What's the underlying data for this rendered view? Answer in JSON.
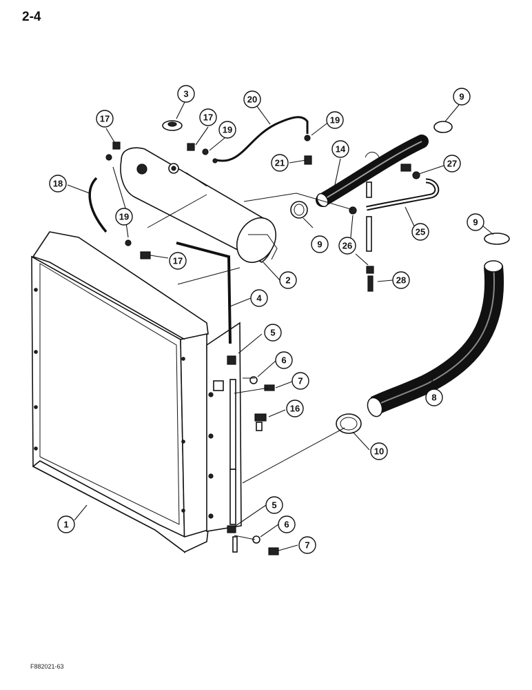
{
  "page": {
    "number": "2-4",
    "figure_code": "F882021-63"
  },
  "callouts": [
    {
      "id": "c-3",
      "label": "3"
    },
    {
      "id": "c-20",
      "label": "20"
    },
    {
      "id": "c-9a",
      "label": "9"
    },
    {
      "id": "c-17a",
      "label": "17"
    },
    {
      "id": "c-17b",
      "label": "17"
    },
    {
      "id": "c-19a",
      "label": "19"
    },
    {
      "id": "c-19b",
      "label": "19"
    },
    {
      "id": "c-14",
      "label": "14"
    },
    {
      "id": "c-21",
      "label": "21"
    },
    {
      "id": "c-27",
      "label": "27"
    },
    {
      "id": "c-18",
      "label": "18"
    },
    {
      "id": "c-19c",
      "label": "19"
    },
    {
      "id": "c-9b",
      "label": "9"
    },
    {
      "id": "c-9c",
      "label": "9"
    },
    {
      "id": "c-25",
      "label": "25"
    },
    {
      "id": "c-26",
      "label": "26"
    },
    {
      "id": "c-17c",
      "label": "17"
    },
    {
      "id": "c-2",
      "label": "2"
    },
    {
      "id": "c-28",
      "label": "28"
    },
    {
      "id": "c-4",
      "label": "4"
    },
    {
      "id": "c-5a",
      "label": "5"
    },
    {
      "id": "c-6a",
      "label": "6"
    },
    {
      "id": "c-7a",
      "label": "7"
    },
    {
      "id": "c-16",
      "label": "16"
    },
    {
      "id": "c-8",
      "label": "8"
    },
    {
      "id": "c-10",
      "label": "10"
    },
    {
      "id": "c-1",
      "label": "1"
    },
    {
      "id": "c-5b",
      "label": "5"
    },
    {
      "id": "c-6b",
      "label": "6"
    },
    {
      "id": "c-7b",
      "label": "7"
    }
  ]
}
